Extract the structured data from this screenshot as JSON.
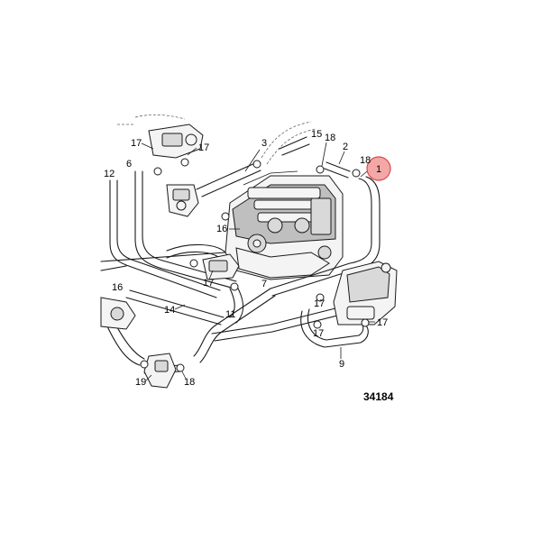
{
  "diagram": {
    "highlight_color": "#f08a8a",
    "highlight_stroke": "#d94a4a",
    "callouts": {
      "c1": "1",
      "c2": "2",
      "c6": "6",
      "c7": "7",
      "c9": "9",
      "c11": "11",
      "c12": "12",
      "c14": "14",
      "c15": "15",
      "c16a": "16",
      "c16b": "16",
      "c17a": "17",
      "c17b": "17",
      "c17c": "17",
      "c17d": "17",
      "c17e": "17",
      "c18a": "18",
      "c18b": "18",
      "c18c": "18",
      "c19": "19",
      "c3": "3"
    },
    "figure_number": "34184"
  }
}
